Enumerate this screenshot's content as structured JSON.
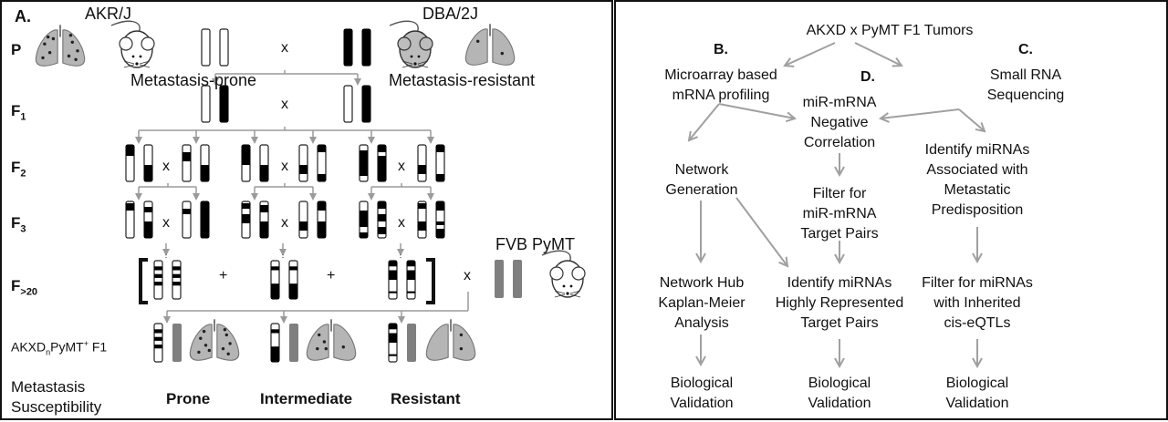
{
  "panel_a": {
    "label": "A.",
    "strains": {
      "left": {
        "name": "AKR/J",
        "phenotype": "Metastasis-prone"
      },
      "right": {
        "name": "DBA/2J",
        "phenotype": "Metastasis-resistant"
      },
      "pymt": {
        "name": "FVB PyMT"
      }
    },
    "generations": [
      "P",
      "F1",
      "F2",
      "F3",
      "F>20",
      "AKXDnPyMT+ F1"
    ],
    "generation_labels": {
      "p": "P",
      "f1_base": "F",
      "f1_sub": "1",
      "f2_base": "F",
      "f2_sub": "2",
      "f3_base": "F",
      "f3_sub": "3",
      "f20_base": "F",
      "f20_sub": ">20",
      "akxd_a": "AKXD",
      "akxd_sub": "n",
      "akxd_b": "PyMT",
      "akxd_sup": "+",
      "akxd_c": " F1"
    },
    "cross_symbol": "x",
    "plus_symbol": "+",
    "susceptibility_label_line1": "Metastasis",
    "susceptibility_label_line2": "Susceptibility",
    "outcomes": [
      "Prone",
      "Intermediate",
      "Resistant"
    ],
    "colors": {
      "chromosome_dark": "#000000",
      "pymt_chromosome": "#7f7f7f",
      "lung": "#b5b5b5",
      "arrow": "#9a9a9a"
    }
  },
  "panel_bcd": {
    "source": "AKXD x PyMT F1 Tumors",
    "b": {
      "label": "B.",
      "steps": [
        [
          "Microarray based",
          "mRNA profiling"
        ],
        [
          "Network",
          "Generation"
        ],
        [
          "Network Hub",
          "Kaplan-Meier",
          "Analysis"
        ],
        [
          "Biological",
          "Validation"
        ]
      ]
    },
    "d": {
      "label": "D.",
      "steps": [
        [
          "miR-mRNA",
          "Negative",
          "Correlation"
        ],
        [
          "Filter for",
          "miR-mRNA",
          "Target Pairs"
        ],
        [
          "Identify miRNAs",
          "Highly Represented",
          "Target Pairs"
        ],
        [
          "Biological",
          "Validation"
        ]
      ]
    },
    "c": {
      "label": "C.",
      "steps": [
        [
          "Small RNA",
          "Sequencing"
        ],
        [
          "Identify miRNAs",
          "Associated with",
          "Metastatic",
          "Predisposition"
        ],
        [
          "Filter for miRNAs",
          "with Inherited",
          "cis-eQTLs"
        ],
        [
          "Biological",
          "Validation"
        ]
      ]
    },
    "colors": {
      "arrow": "#a0a0a0"
    }
  }
}
